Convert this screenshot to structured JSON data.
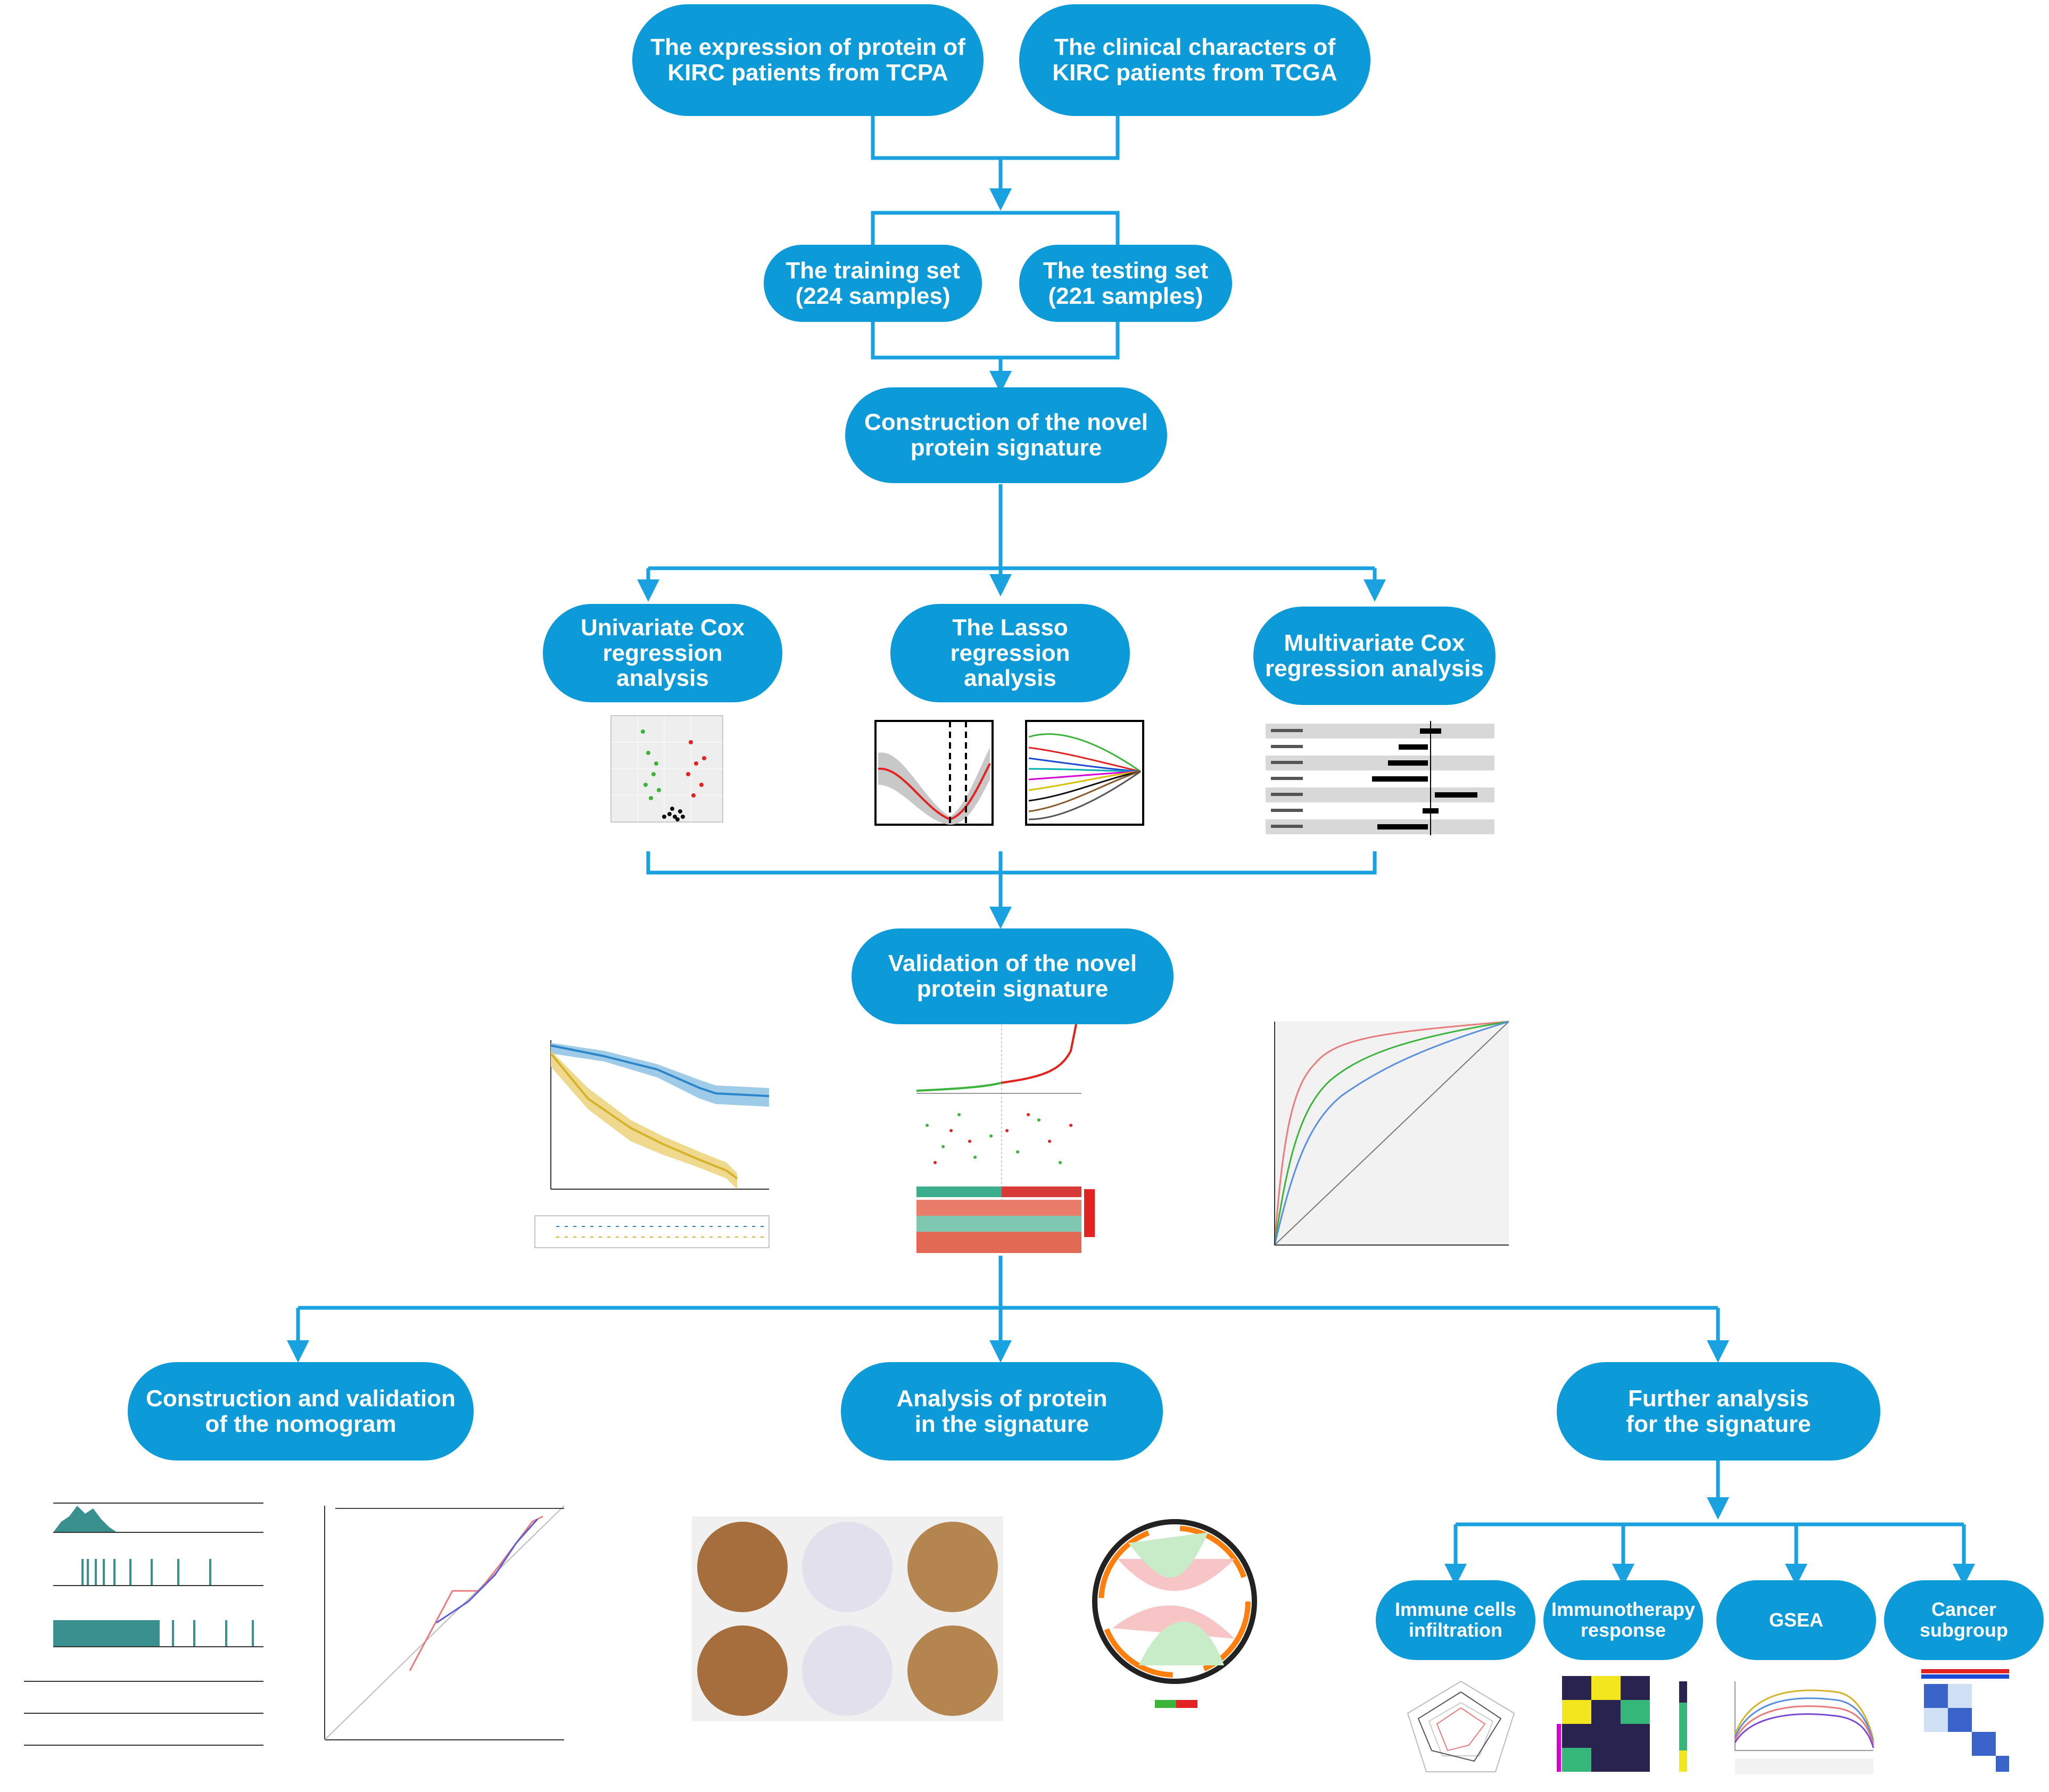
{
  "colors": {
    "node": "#0d9ad9",
    "connector": "#1aa1e0",
    "node_text": "#ffffff"
  },
  "nodes": {
    "tcpa": "The expression of protein of\nKIRC patients from TCPA",
    "tcga": "The clinical characters of\nKIRC patients from TCGA",
    "training": "The training set\n(224 samples)",
    "testing": "The testing set\n(221 samples)",
    "construction": "Construction of the novel\nprotein signature",
    "univariate": "Univariate Cox\nregression analysis",
    "lasso": "The Lasso\nregression analysis",
    "multivariate": "Multivariate Cox\nregression analysis",
    "validation": "Validation of the novel\nprotein signature",
    "nomogram": "Construction and validation\nof the nomogram",
    "protein": "Analysis of protein\nin the signature",
    "further": "Further analysis\nfor the signature",
    "immune": "Immune cells\ninfiltration",
    "immunotherapy": "Immunotherapy\nresponse",
    "gsea": "GSEA",
    "cancer_subgroup": "Cancer\nsubgroup"
  },
  "thumbnails": {
    "volcano": "volcano-plot",
    "lasso_cv": "lasso-cv-curve",
    "lasso_path": "lasso-coefficient-path",
    "forest": "forest-plot",
    "km": "kaplan-meier-curve",
    "risk": "risk-score-plot",
    "roc": "roc-curve",
    "nomogram_plot": "nomogram-plot",
    "calibration": "calibration-plot",
    "ihc": "ihc-images",
    "circos": "circos-plot",
    "radar": "radar-chart",
    "heatmap": "heatmap",
    "gsea_plot": "gsea-enrichment-plot",
    "consensus": "consensus-matrix"
  }
}
